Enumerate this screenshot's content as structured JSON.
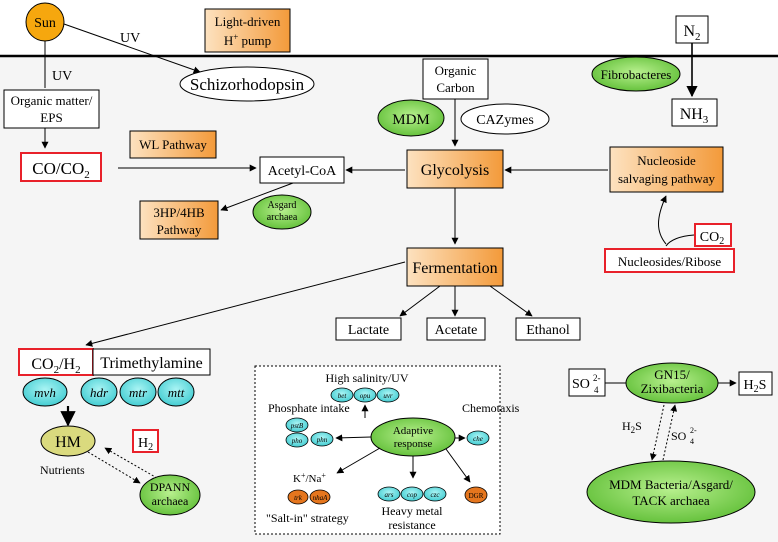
{
  "nodes": {
    "sun": "Sun",
    "light_pump_1": "Light-driven",
    "light_pump_2": "H",
    "light_pump_sup": "+",
    "light_pump_3": " pump",
    "n2": "N",
    "n2_sub": "2",
    "schizorhodopsin": "Schizorhodopsin",
    "uv_top": "UV",
    "uv_left": "UV",
    "organic_matter_1": "Organic matter/",
    "organic_matter_2": "EPS",
    "organic_carbon_1": "Organic",
    "organic_carbon_2": "Carbon",
    "fibrobacteres": "Fibrobacteres",
    "nh3": "NH",
    "nh3_sub": "3",
    "mdm": "MDM",
    "cazymes": "CAZymes",
    "co_co2": "CO/CO",
    "co_co2_sub": "2",
    "wl_pathway": "WL Pathway",
    "acetyl_coa": "Acetyl-CoA",
    "glycolysis": "Glycolysis",
    "nucleoside_1": "Nucleoside",
    "nucleoside_2": "salvaging pathway",
    "hp_hb_1": "3HP/4HB",
    "hp_hb_2": "Pathway",
    "asgard_1": "Asgard",
    "asgard_2": "archaea",
    "co2_right": "CO",
    "co2_right_sub": "2",
    "nucleosides_ribose": "Nucleosides/Ribose",
    "fermentation": "Fermentation",
    "lactate": "Lactate",
    "acetate": "Acetate",
    "ethanol": "Ethanol",
    "co2_h2_a": "CO",
    "co2_h2_sub1": "2",
    "co2_h2_b": "/H",
    "co2_h2_sub2": "2",
    "trimethylamine": "Trimethylamine",
    "mvh": "mvh",
    "hdr": "hdr",
    "mtr": "mtr",
    "mtt": "mtt",
    "hm": "HM",
    "h2": "H",
    "h2_sub": "2",
    "nutrients": "Nutrients",
    "dpann_1": "DPANN",
    "dpann_2": "archaea",
    "so4": "SO",
    "so4_sup": "2-",
    "so4_sub": "4",
    "gn15_1": "GN15/",
    "gn15_2": "Zixibacteria",
    "h2s": "H",
    "h2s_sub": "2",
    "h2s_s": "S",
    "h2s_mid": "H",
    "h2s_mid_sub": "2",
    "h2s_mid_s": "S",
    "so4_mid": "SO",
    "so4_mid_sup": "2-",
    "so4_mid_sub": "4",
    "mdm_bact_1": "MDM Bacteria/Asgard/",
    "mdm_bact_2": "TACK archaea"
  },
  "adaptive": {
    "high_salinity": "High salinity/UV",
    "bet": "bet",
    "opu": "opu",
    "uvr": "uvr",
    "phosphate": "Phosphate intake",
    "pstB": "pstB",
    "pho": "pho",
    "phn": "phn",
    "center_1": "Adaptive",
    "center_2": "response",
    "chemotaxis": "Chemotaxis",
    "che": "che",
    "k_na_1": "K",
    "k_na_sup1": "+",
    "k_na_2": "/Na",
    "k_na_sup2": "+",
    "trk": "trk",
    "nhaA": "nhaA",
    "salt_in": "\"Salt-in\" strategy",
    "ars": "ars",
    "cop": "cop",
    "czc": "czc",
    "heavy_1": "Heavy metal",
    "heavy_2": "resistance",
    "dgr": "DGR"
  },
  "colors": {
    "orange": "#f7a23a",
    "sun": "#f6a70e",
    "green": "#80d25a",
    "cyan": "#60dfe2",
    "khaki": "#dada7e",
    "dark_orange": "#e5761e",
    "red": "#e8212a"
  }
}
